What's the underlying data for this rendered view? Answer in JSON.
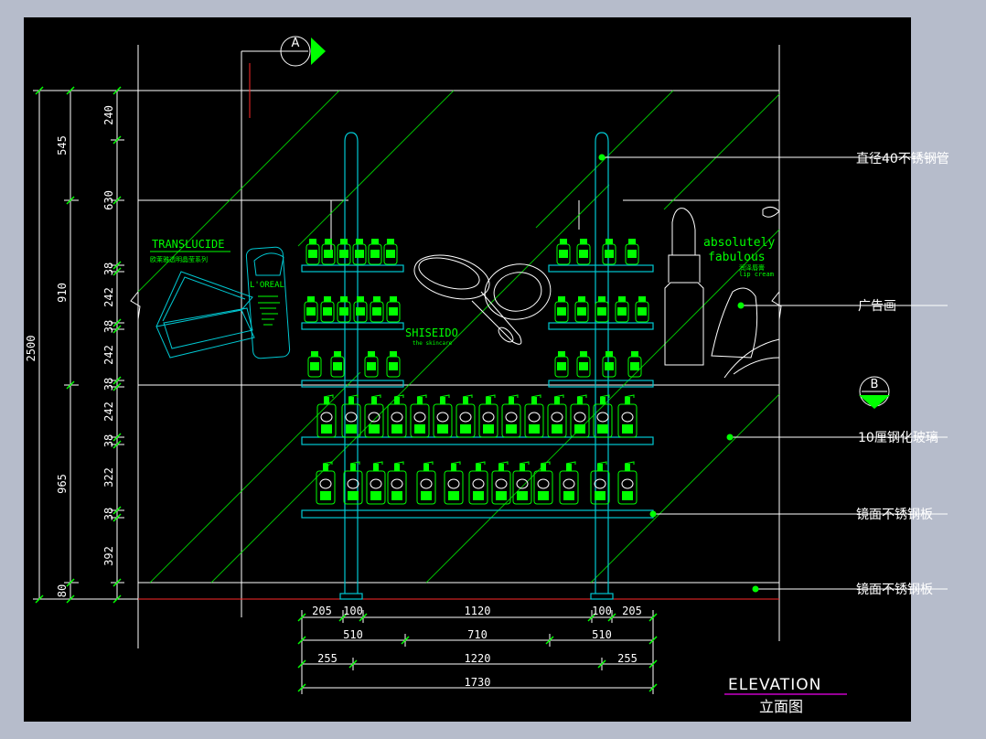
{
  "drawing": {
    "elevation_title": "ELEVATION",
    "elevation_subtitle": "立面图",
    "section_markers": [
      "A",
      "B"
    ],
    "callouts": {
      "pipe": "直径40不锈钢管",
      "poster": "广告画",
      "glass": "10厘钢化玻璃",
      "shelf_plate": "镜面不锈钢板",
      "base_plate": "镜面不锈钢板"
    },
    "poster_text": {
      "translucide": "TRANSLUCIDE",
      "translucide_sub": "欧莱雅透明晶莹系列",
      "loreal": "L'OREAL",
      "shiseido": "SHISEIDO",
      "shiseido_sub": "the skincare",
      "absolutely": "absolutely",
      "fabulous": "fabulous",
      "lip_cream": "lip cream",
      "lip_cn": "润泽唇膏"
    },
    "dims_left_outer": [
      "2500"
    ],
    "dims_left_middle": [
      "545",
      "910",
      "965",
      "80"
    ],
    "dims_left_inner": [
      "240",
      "630",
      "38",
      "242",
      "38",
      "242",
      "38",
      "242",
      "38",
      "322",
      "38",
      "392"
    ],
    "dims_bottom_row1": [
      "205",
      "100",
      "1120",
      "100",
      "205"
    ],
    "dims_bottom_row2": [
      "510",
      "710",
      "510"
    ],
    "dims_bottom_row3": [
      "255",
      "1220",
      "255"
    ],
    "dims_bottom_row4": [
      "1730"
    ],
    "colors": {
      "frame_bg": "#000000",
      "outer_bg": "#b6bccb",
      "line": "#ffffff",
      "product": "#00ff00",
      "steel": "#00c8d2",
      "red": "#ff2a2a",
      "title_line": "#c800c8"
    }
  }
}
